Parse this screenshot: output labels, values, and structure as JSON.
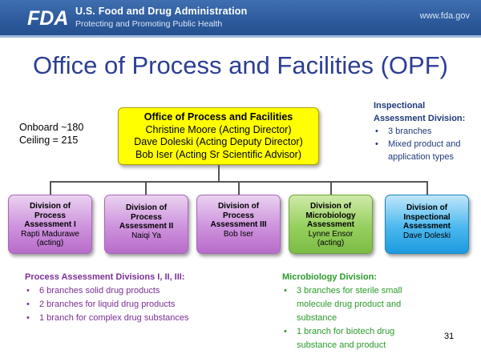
{
  "header": {
    "logo_text": "FDA",
    "agency": "U.S. Food and Drug Administration",
    "tagline": "Protecting and Promoting Public Health",
    "url": "www.fda.gov",
    "banner_color": "#2d5a9c"
  },
  "title": "Office of Process and Facilities (OPF)",
  "staffing": {
    "onboard": "Onboard ~180",
    "ceiling": "Ceiling = 215"
  },
  "office": {
    "name": "Office of Process and Facilities",
    "lines": [
      "Christine Moore (Acting Director)",
      "Dave Doleski (Acting Deputy Director)",
      "Bob Iser (Acting Sr Scientific Advisor)"
    ],
    "color": "#ffff00"
  },
  "divisions": [
    {
      "name": [
        "Division of",
        "Process",
        "Assessment I"
      ],
      "lead": [
        "Rapti Madurawe",
        "(acting)"
      ],
      "color": "purple"
    },
    {
      "name": [
        "Division of",
        "Process",
        "Assessment II"
      ],
      "lead": [
        "Naiqi Ya"
      ],
      "color": "purple"
    },
    {
      "name": [
        "Division of",
        "Process",
        "Assessment III"
      ],
      "lead": [
        "Bob Iser"
      ],
      "color": "purple"
    },
    {
      "name": [
        "Division of",
        "Microbiology",
        "Assessment"
      ],
      "lead": [
        "Lynne Ensor",
        "(acting)"
      ],
      "color": "green"
    },
    {
      "name": [
        "Division of",
        "Inspectional",
        "Assessment"
      ],
      "lead": [
        "Dave Doleski"
      ],
      "color": "blue"
    }
  ],
  "inspectional_note": {
    "heading_1": "Inspectional",
    "heading_2": "Assessment Division:",
    "bullets": [
      "3 branches",
      "Mixed product and application types"
    ]
  },
  "process_note": {
    "heading": "Process Assessment Divisions I, II, III:",
    "bullets": [
      "6 branches solid drug products",
      "2 branches for liquid drug products",
      "1 branch for complex drug substances"
    ],
    "color": "#7a2f95"
  },
  "micro_note": {
    "heading": "Microbiology Division:",
    "bullets": [
      "3 branches for sterile small molecule drug product and substance",
      "1 branch for biotech drug substance and product"
    ],
    "color": "#2a9a2a"
  },
  "slide_number": "31"
}
